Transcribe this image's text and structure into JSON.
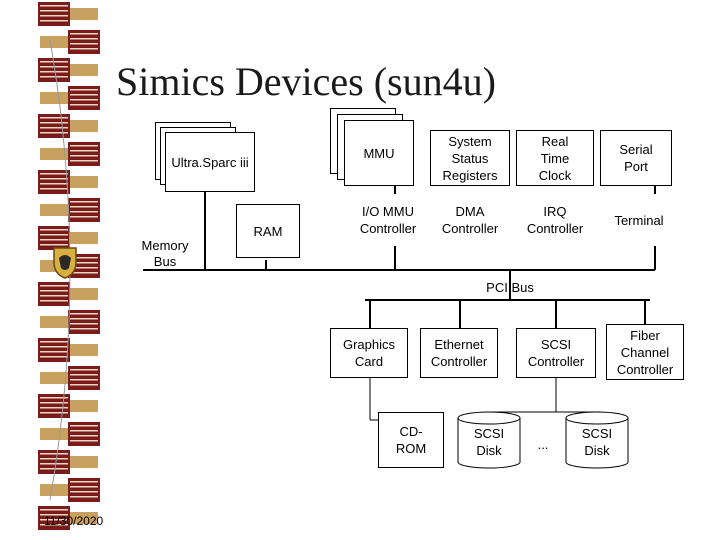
{
  "slide": {
    "title": "Simics Devices (sun4u)",
    "date": "11/30/2020"
  },
  "cpu": {
    "label": "Ultra.Sparc iii"
  },
  "ram": {
    "label": "RAM"
  },
  "memory_bus": {
    "label": "Memory\nBus"
  },
  "devices_row1": {
    "mmu": "MMU",
    "system_status": "System\nStatus\nRegisters",
    "real_time_clock": "Real\nTime\nClock",
    "serial_port": "Serial\nPort"
  },
  "devices_row2": {
    "io_mmu": "I/O MMU\nController",
    "dma": "DMA\nController",
    "irq": "IRQ\nController",
    "terminal": "Terminal"
  },
  "pci_bus": {
    "label": "PCI Bus"
  },
  "pci_devices": {
    "graphics": "Graphics\nCard",
    "ethernet": "Ethernet\nController",
    "scsi": "SCSI\nController",
    "fibre": "Fiber\nChannel\nController"
  },
  "storage": {
    "cdrom": "CD-\nROM",
    "scsi_disk_1": "SCSI\nDisk",
    "ellipsis": "...",
    "scsi_disk_2": "SCSI\nDisk"
  },
  "colors": {
    "stripe_dark": "#7a1a1a",
    "stripe_mid": "#c8a060",
    "line": "#000000"
  }
}
